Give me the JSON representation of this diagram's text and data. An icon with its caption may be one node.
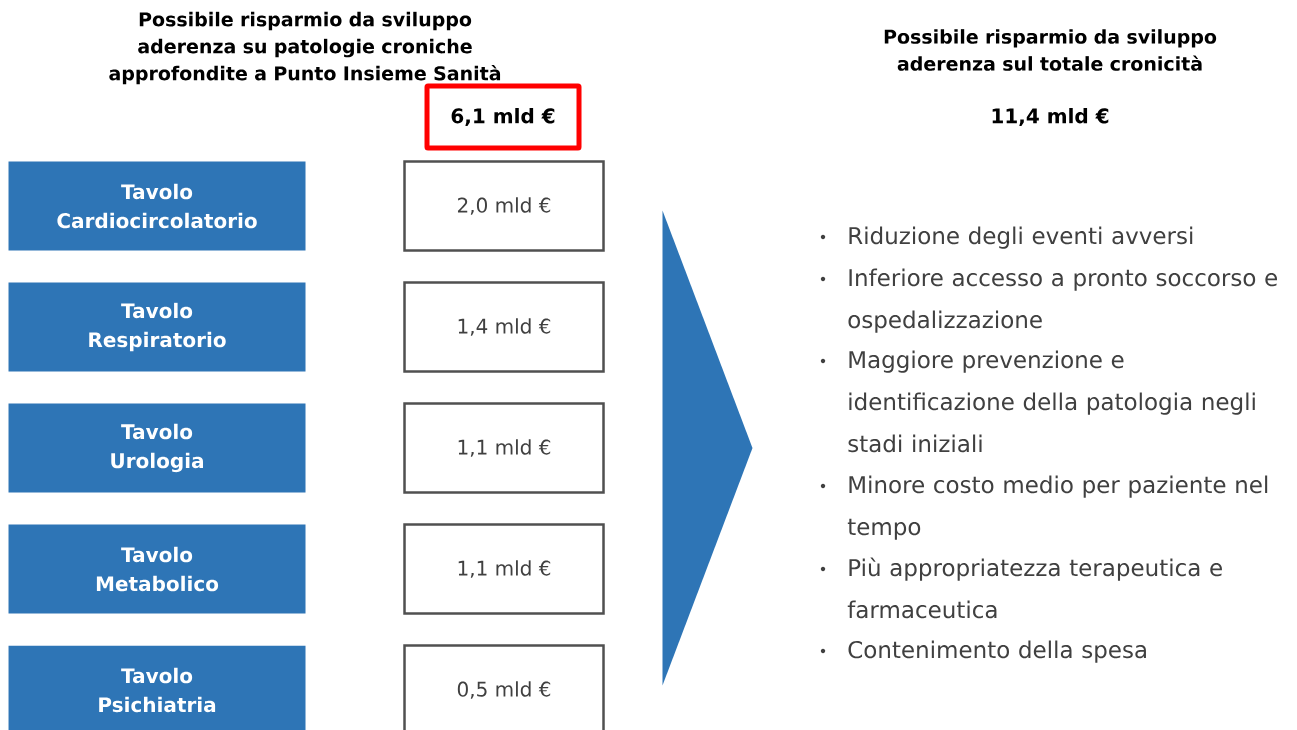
{
  "diagram": {
    "nodes": [
      {
        "text": [
          "6,1 mld €"
        ]
      },
      {
        "text": [
          "Tavolo Cardiocircolatorio"
        ]
      },
      {
        "text": [
          "2,0 mld €"
        ]
      },
      {
        "text": [
          "Tavolo Respiratorio"
        ]
      },
      {
        "text": [
          "1,4 mld €"
        ]
      },
      {
        "text": [
          "Tavolo Urologia"
        ]
      },
      {
        "text": [
          "1,1 mld €"
        ]
      },
      {
        "text": [
          "Tavolo Metabolico"
        ]
      },
      {
        "text": [
          "1,1 mld €"
        ]
      },
      {
        "text": [
          "Tavolo Psichiatria"
        ]
      },
      {
        "text": [
          "0,5 mld €"
        ]
      },
      {
        "text": [],
        "shape": "triangle"
      }
    ],
    "labels": [
      "Possibile risparmio da sviluppo aderenza su patologie croniche approfondite a Punto Insieme Sanità",
      "Possibile risparmio da sviluppo aderenza sul totale cronicità",
      "11,4 mld €",
      "Riduzione degli eventi avversi",
      "Inferiore accesso a pronto soccorso e ospedalizzazione",
      "Maggiore prevenzione e identificazione della patologia negli stadi iniziali",
      "Minore costo medio per paziente nel tempo",
      "Più appropriatezza terapeutica e farmaceutica",
      "Contenimento della spesa"
    ]
  }
}
